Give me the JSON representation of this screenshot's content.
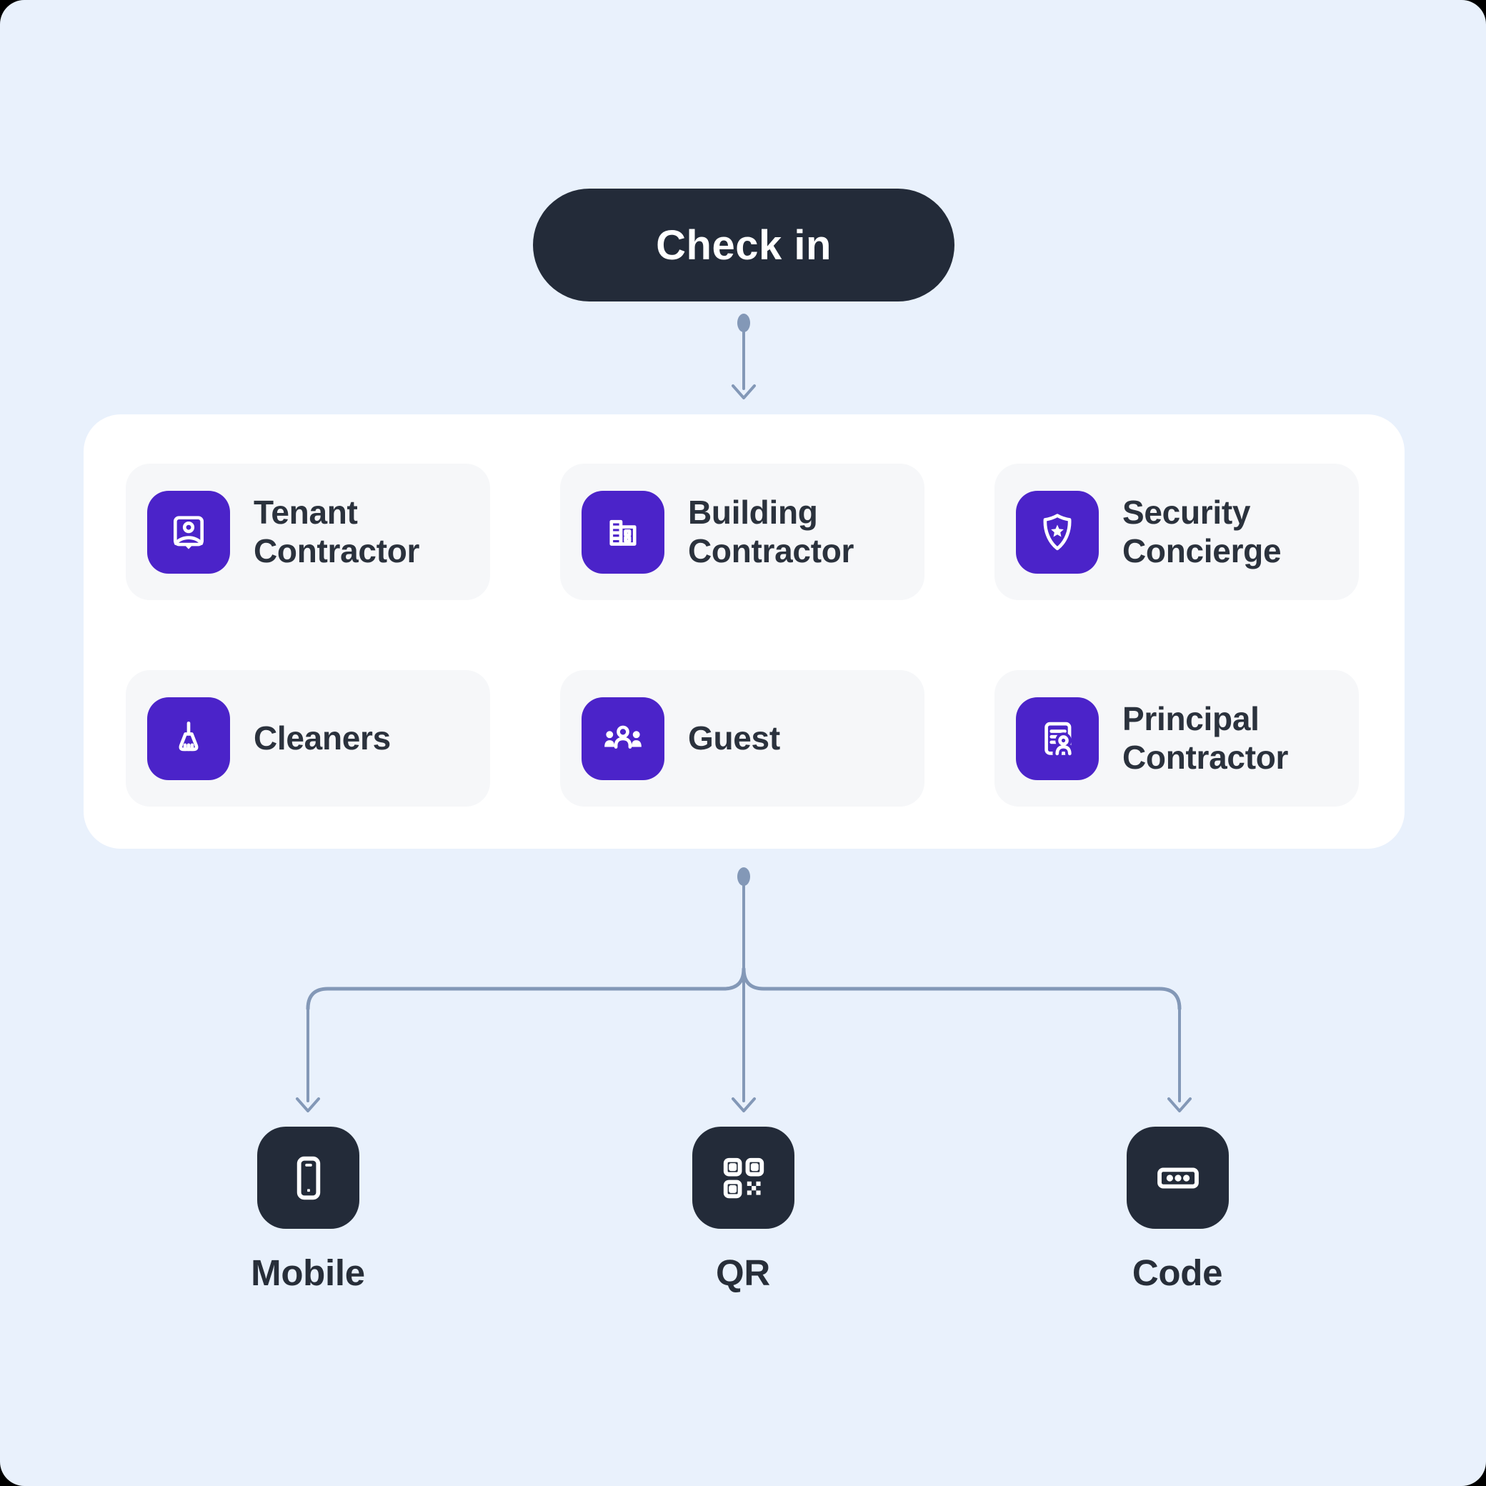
{
  "canvas": {
    "background": "#E9F1FC",
    "corner_background": "#000000"
  },
  "colors": {
    "node_dark": "#232B39",
    "accent_purple": "#4B23C9",
    "card_bg": "#F6F7F9",
    "panel_bg": "#FFFFFF",
    "connector": "#8398B7",
    "card_text": "#2B323D",
    "root_text": "#FFFFFF"
  },
  "flow": {
    "root": {
      "label": "Check in"
    },
    "roles": [
      {
        "label": "Tenant Contractor",
        "icon": "badge-person-icon"
      },
      {
        "label": "Building Contractor",
        "icon": "building-icon"
      },
      {
        "label": "Security Concierge",
        "icon": "shield-star-icon"
      },
      {
        "label": "Cleaners",
        "icon": "broom-icon"
      },
      {
        "label": "Guest",
        "icon": "people-icon"
      },
      {
        "label": "Principal Contractor",
        "icon": "id-document-icon"
      }
    ],
    "methods": [
      {
        "label": "Mobile",
        "icon": "smartphone-icon"
      },
      {
        "label": "QR",
        "icon": "qr-code-icon"
      },
      {
        "label": "Code",
        "icon": "passcode-icon"
      }
    ]
  }
}
